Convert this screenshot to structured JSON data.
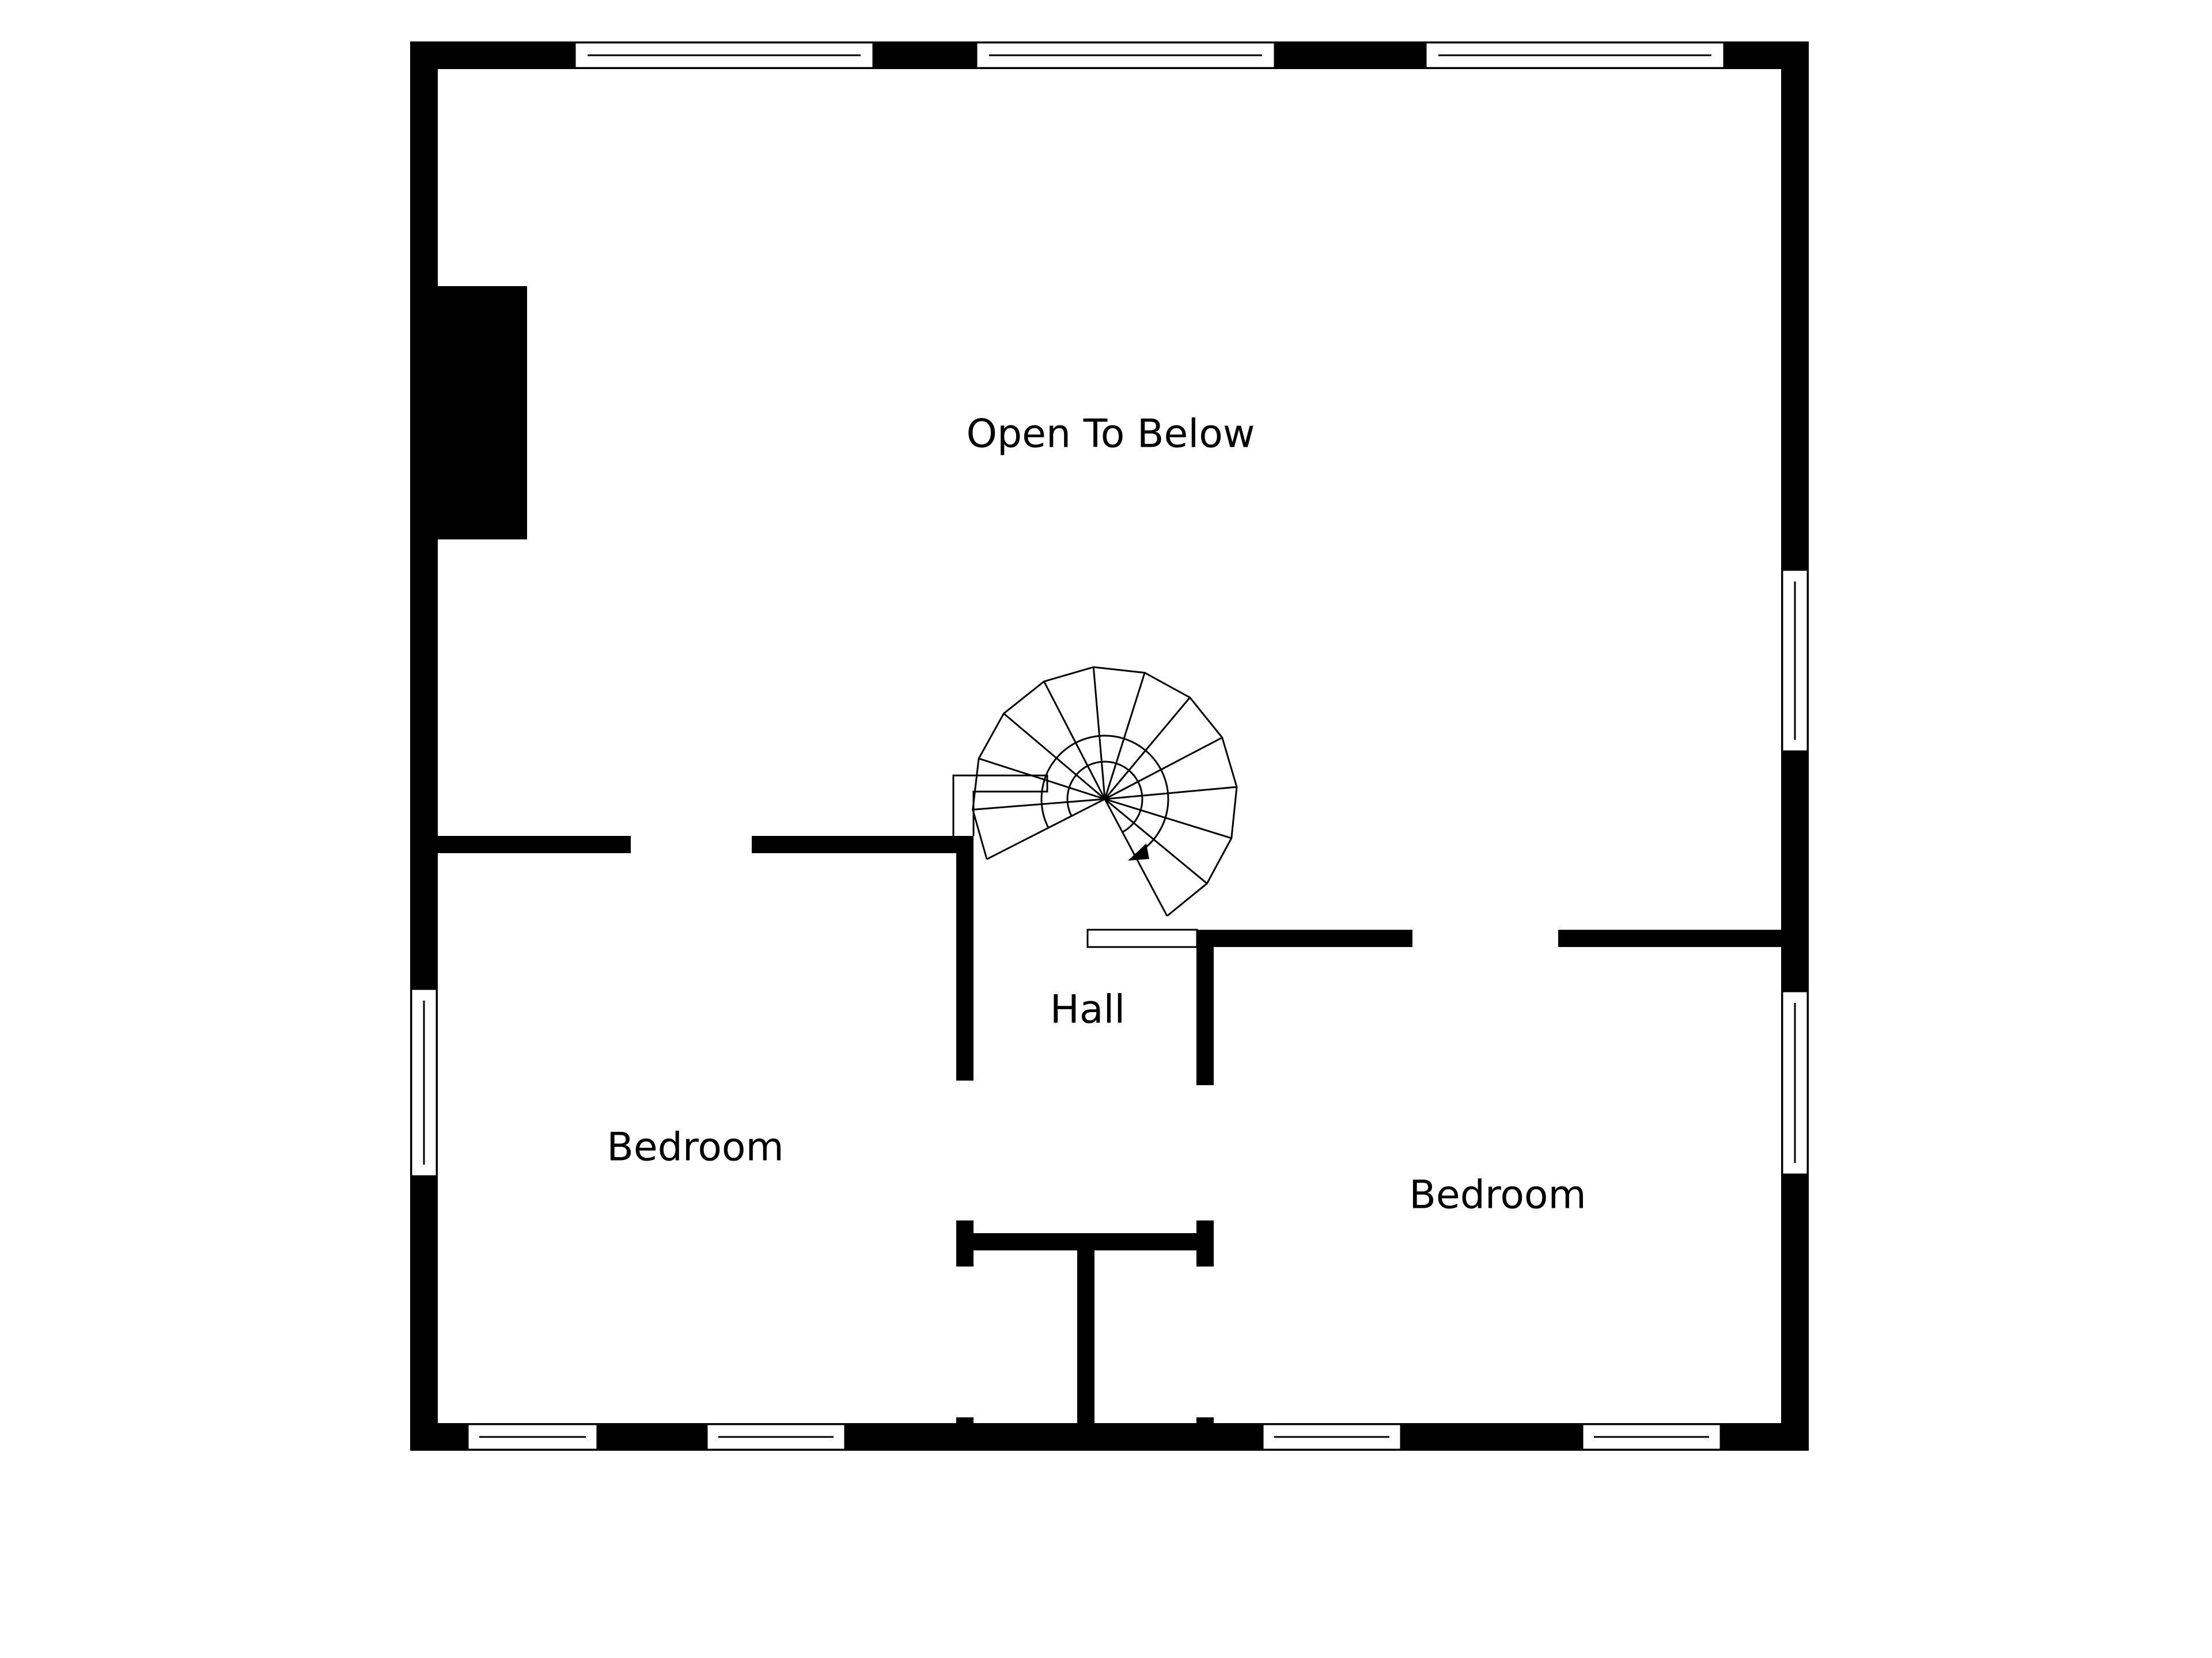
{
  "floorplan": {
    "rooms": [
      {
        "id": "open-to-below",
        "label": "Open To Below"
      },
      {
        "id": "hall",
        "label": "Hall"
      },
      {
        "id": "bedroom-left",
        "label": "Bedroom"
      },
      {
        "id": "bedroom-right",
        "label": "Bedroom"
      }
    ],
    "colors": {
      "wall": "#000000",
      "background": "#ffffff"
    }
  }
}
